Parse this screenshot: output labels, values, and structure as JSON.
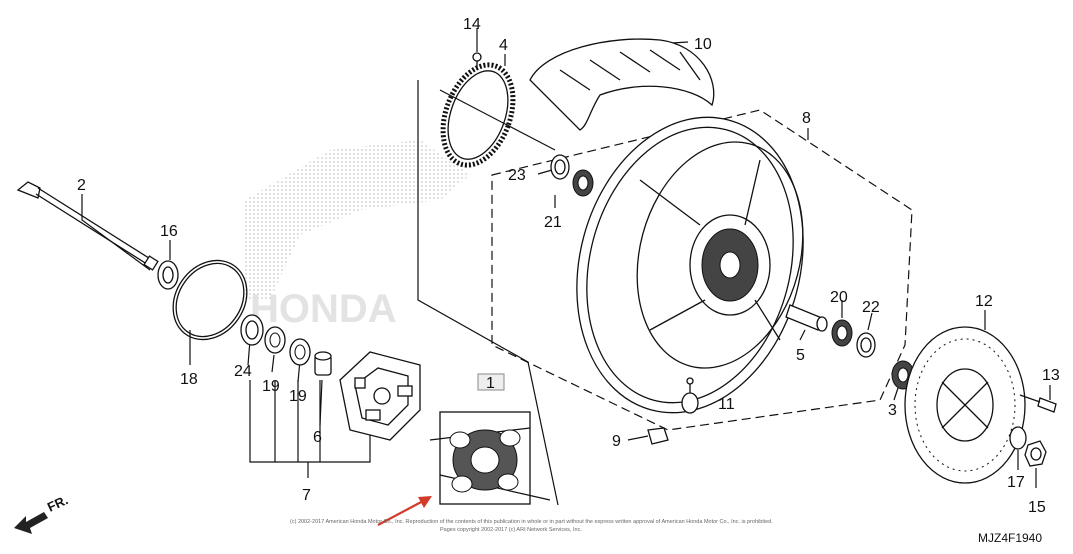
{
  "diagram": {
    "code": "MJZ4F1940",
    "direction_label": "FR.",
    "highlight_box_label": "1",
    "callouts": [
      "1",
      "2",
      "3",
      "4",
      "5",
      "6",
      "7",
      "8",
      "9",
      "10",
      "11",
      "12",
      "13",
      "14",
      "15",
      "16",
      "17",
      "18",
      "19",
      "19",
      "20",
      "21",
      "22",
      "23",
      "24"
    ],
    "copyright_line1": "(c) 2002-2017 American Honda Motor Co., Inc. Reproduction of the contents of this publication in whole or in part without the express written approval of American Honda Motor Co., Inc. is prohibited.",
    "copyright_line2": "Pages copyright 2002-2017 (c) ARI Network Services, Inc.",
    "colors": {
      "line": "#111111",
      "arrow": "#d23a2a",
      "box_fill": "#eeeeee",
      "watermark": "#e3e3e3"
    }
  }
}
